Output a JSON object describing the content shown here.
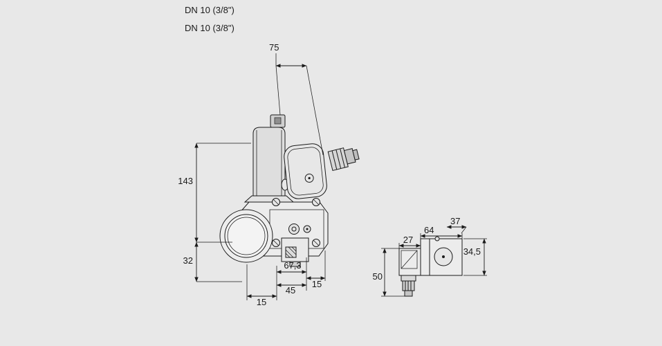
{
  "header": {
    "dn_label_line1": "DN 10 (3/8\")",
    "dn_label_line2": "DN 10 (3/8\")"
  },
  "front_view": {
    "dim_width_top": "75",
    "dim_height_main": "143",
    "dim_height_lower": "32",
    "dim_depth_flange": "67,3",
    "dim_width_body": "45",
    "dim_offset_left": "15",
    "dim_offset_right": "15"
  },
  "side_view": {
    "dim_width_front": "27",
    "dim_width_total": "64",
    "dim_depth_top": "37",
    "dim_height_body": "34,5",
    "dim_height_total": "50"
  },
  "colors": {
    "background": "#e8e8e8",
    "line": "#1a1a1a"
  }
}
